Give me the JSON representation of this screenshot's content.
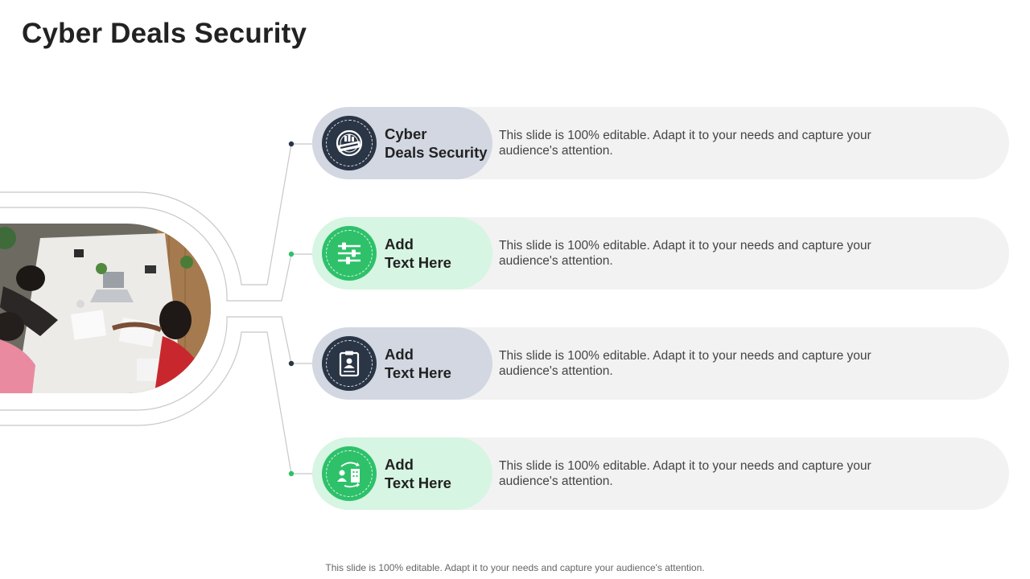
{
  "slide": {
    "title": "Cyber Deals Security",
    "footer": "This slide is 100% editable. Adapt it to your needs and capture your audience's attention."
  },
  "items": [
    {
      "line1": "Cyber",
      "line2": "Deals Security",
      "description": "This slide is 100% editable. Adapt it to your needs and capture your audience's attention.",
      "theme": "dark",
      "icon": "liquidation-stamp-icon"
    },
    {
      "line1": "Add",
      "line2": "Text Here",
      "description": "This slide is 100% editable. Adapt it to your needs and capture your audience's attention.",
      "theme": "green",
      "icon": "sliders-icon"
    },
    {
      "line1": "Add",
      "line2": "Text Here",
      "description": "This slide is 100% editable. Adapt it to your needs and capture your audience's attention.",
      "theme": "dark",
      "icon": "id-clipboard-icon"
    },
    {
      "line1": "Add",
      "line2": "Text Here",
      "description": "This slide is 100% editable. Adapt it to your needs and capture your audience's attention.",
      "theme": "green",
      "icon": "business-exchange-icon"
    }
  ],
  "colors": {
    "dark_accent": "#2a3546",
    "green_accent": "#2ec16a",
    "dark_pill": "#d2d7e2",
    "green_pill": "#d6f5e2",
    "row_background": "#f2f2f2"
  },
  "image": {
    "icon": "team-meeting-photo"
  }
}
